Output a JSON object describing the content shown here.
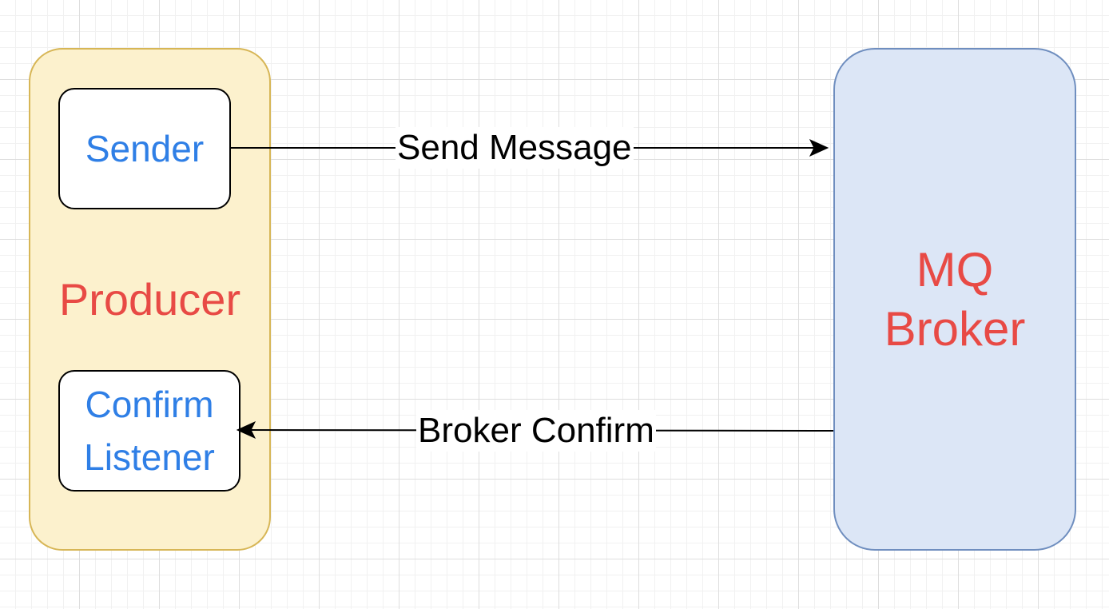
{
  "diagram": {
    "producer": {
      "label": "Producer"
    },
    "sender": {
      "label": "Sender"
    },
    "listener": {
      "line1": "Confirm",
      "line2": "Listener"
    },
    "broker": {
      "line1": "MQ",
      "line2": "Broker"
    },
    "edges": {
      "send": {
        "label": "Send Message"
      },
      "confirm": {
        "label": "Broker Confirm"
      }
    }
  },
  "colors": {
    "producer_fill": "#fcf1cd",
    "producer_stroke": "#d7b656",
    "broker_fill": "#dce6f6",
    "broker_stroke": "#6f8ebf",
    "red_text": "#e84a45",
    "blue_text": "#2f7fe6"
  }
}
